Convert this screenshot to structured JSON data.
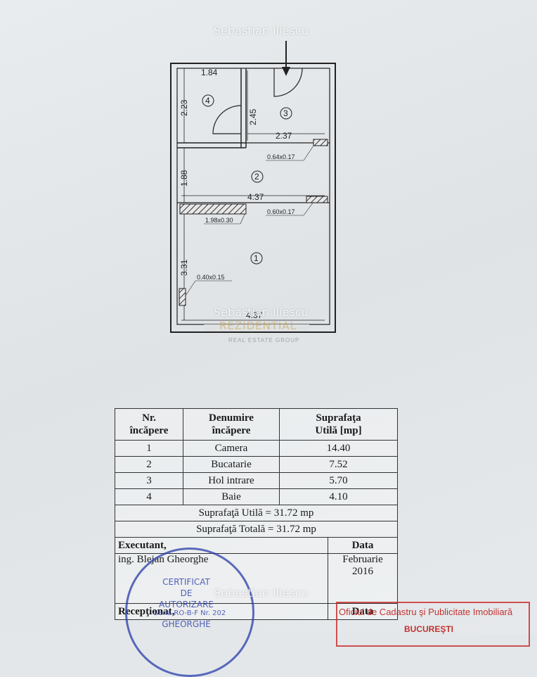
{
  "watermarks": [
    "Sebastian Iliescu",
    "Sebastian Iliescu",
    "Sebastian Iliescu"
  ],
  "brand": {
    "name": "REZIDENTIAL",
    "tagline": "REAL ESTATE GROUP"
  },
  "plan": {
    "room_numbers": [
      "1",
      "2",
      "3",
      "4"
    ],
    "dimensions": {
      "bath_width": "1.84",
      "bath_height": "2.23",
      "hall_height": "2.45",
      "hall_width": "2.37",
      "kitchen_height": "1.88",
      "kitchen_width": "4.37",
      "room_height": "3.31",
      "room_width": "4.37"
    },
    "wall_labels": {
      "wall_a": "0.64x0.17",
      "wall_b": "0.60x0.17",
      "wall_c": "1.98x0.30",
      "wall_d": "0.40x0.15"
    }
  },
  "table": {
    "headers": {
      "nr": [
        "Nr.",
        "încăpere"
      ],
      "name": [
        "Denumire",
        "încăpere"
      ],
      "area": [
        "Suprafaţa",
        "Utilă [mp]"
      ]
    },
    "rows": [
      {
        "nr": "1",
        "name": "Camera",
        "area": "14.40"
      },
      {
        "nr": "2",
        "name": "Bucatarie",
        "area": "7.52"
      },
      {
        "nr": "3",
        "name": "Hol intrare",
        "area": "5.70"
      },
      {
        "nr": "4",
        "name": "Baie",
        "area": "4.10"
      }
    ],
    "util_total": "Suprafaţă Utilă = 31.72 mp",
    "total": "Suprafaţă Totală = 31.72 mp",
    "executant_label": "Executant,",
    "data_label": "Data",
    "engineer": "ing. Blejan Gheorghe",
    "date_month": "Februarie",
    "date_year": "2016",
    "receptionat_label": "Recepţionat,",
    "data_label_2": "Data"
  },
  "stamp": {
    "line1": "CERTIFICAT",
    "line2": "DE",
    "line3": "AUTORIZARE",
    "line4": "Seria RO-B-F Nr. 202",
    "line5": "GHEORGHE"
  },
  "ocpi": {
    "line1": "Oficiul de Cadastru şi Publicitate Imobiliară",
    "line2": "BUCUREŞTI"
  }
}
